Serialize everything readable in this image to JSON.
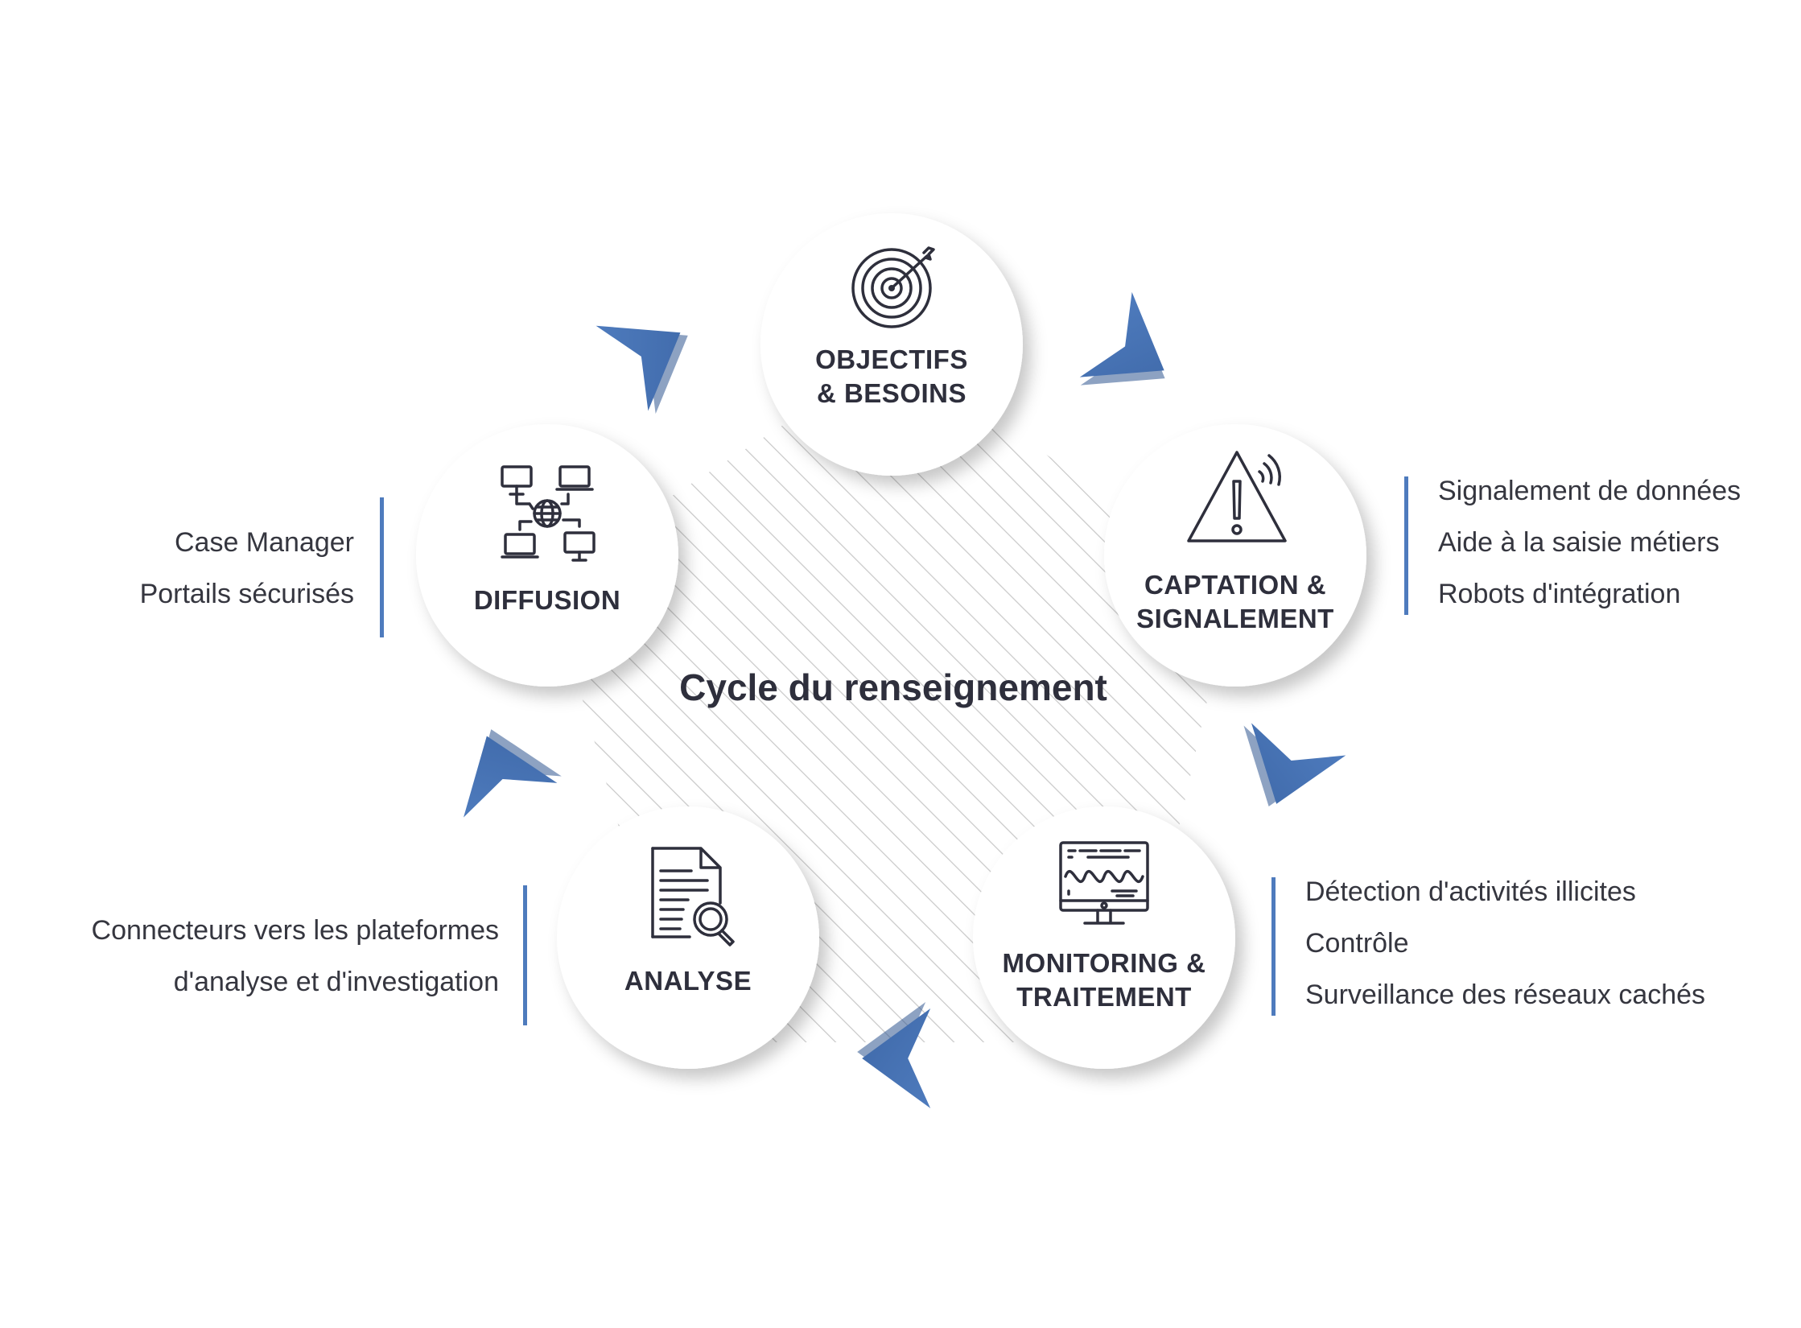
{
  "diagram": {
    "title": "Cycle du renseignement",
    "colors": {
      "accent": "#4e7bbd",
      "accent_shadow": "#2f5590",
      "text": "#2e2f3c",
      "hatch": "#c9c9c9",
      "circle_fill": "#ffffff"
    },
    "stages": [
      {
        "id": "objectifs",
        "lines": [
          "OBJECTIFS",
          "& BESOINS"
        ],
        "icon": "target-icon"
      },
      {
        "id": "captation",
        "lines": [
          "CAPTATION &",
          "SIGNALEMENT"
        ],
        "icon": "warning-signal-icon"
      },
      {
        "id": "monitoring",
        "lines": [
          "MONITORING &",
          "TRAITEMENT"
        ],
        "icon": "monitor-waveform-icon"
      },
      {
        "id": "analyse",
        "lines": [
          "ANALYSE"
        ],
        "icon": "document-search-icon"
      },
      {
        "id": "diffusion",
        "lines": [
          "DIFFUSION"
        ],
        "icon": "network-computers-icon"
      }
    ],
    "details": {
      "captation": [
        "Signalement de données",
        "Aide à la saisie métiers",
        "Robots d'intégration"
      ],
      "monitoring": [
        "Détection d'activités illicites",
        "Contrôle",
        "Surveillance des réseaux cachés"
      ],
      "analyse": [
        "Connecteurs vers les plateformes",
        "d'analyse et d'investigation"
      ],
      "diffusion": [
        "Case Manager",
        "Portails sécurisés"
      ]
    },
    "arrows": [
      {
        "from": "objectifs",
        "to": "captation"
      },
      {
        "from": "captation",
        "to": "monitoring"
      },
      {
        "from": "monitoring",
        "to": "analyse"
      },
      {
        "from": "analyse",
        "to": "diffusion"
      },
      {
        "from": "diffusion",
        "to": "objectifs"
      }
    ]
  }
}
